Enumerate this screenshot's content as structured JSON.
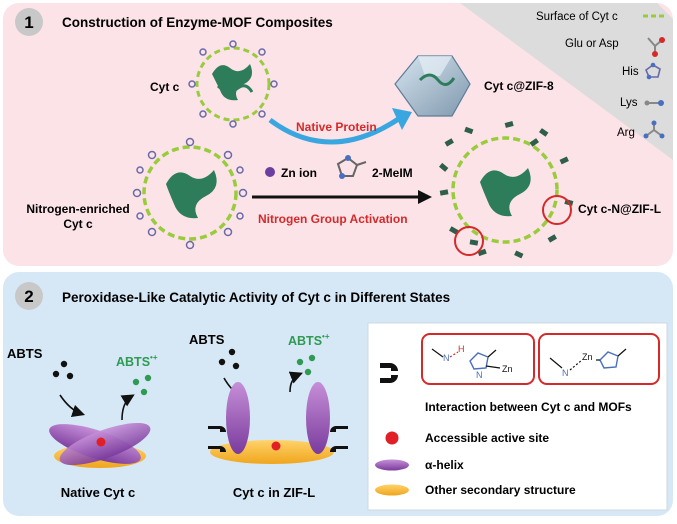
{
  "panel1": {
    "number": "1",
    "title": "Construction of Enzyme-MOF Composites",
    "cytc_label": "Cyt c",
    "cytc_zif8_label": "Cyt c@ZIF-8",
    "native_protein_label": "Native Protein",
    "zn_label": "Zn ion",
    "melm_label": "2-MeIM",
    "nitrogen_cytc_line1": "Nitrogen-enriched",
    "nitrogen_cytc_line2": "Cyt c",
    "activation_label": "Nitrogen Group Activation",
    "cytc_nzifl_label": "Cyt c-N@ZIF-L",
    "legend": {
      "surface": "Surface of Cyt c",
      "glu_asp": "Glu or Asp",
      "his": "His",
      "lys": "Lys",
      "arg": "Arg"
    }
  },
  "panel2": {
    "number": "2",
    "title": "Peroxidase-Like Catalytic Activity of Cyt c in Different States",
    "abts_left": "ABTS",
    "abts_radical_left": "ABTS",
    "abts_left_sup": "•+",
    "abts_mid": "ABTS",
    "abts_radical_mid": "ABTS",
    "abts_mid_sup": "•+",
    "native_label": "Native Cyt c",
    "zif_label": "Cyt c in ZIF-L",
    "legend": {
      "interaction": "Interaction between Cyt c and MOFs",
      "active_site": "Accessible active site",
      "helix": "α-helix",
      "other": "Other secondary structure",
      "struct1_n": "N",
      "struct1_h": "H",
      "struct1_n2": "N",
      "struct1_zn": "Zn",
      "struct2_n": "N",
      "struct2_zn": "Zn"
    }
  },
  "colors": {
    "panel1_bg": "#fbe3e8",
    "panel2_bg": "#d6e8f6",
    "surface_dash": "#9acb3c",
    "arrow_blue": "#3aa6e0",
    "red_text": "#d42a2a",
    "abts_green": "#2e9a52",
    "helix_purple": "#8c4fb0",
    "other_orange": "#f5b733",
    "active_red": "#e01f26"
  }
}
